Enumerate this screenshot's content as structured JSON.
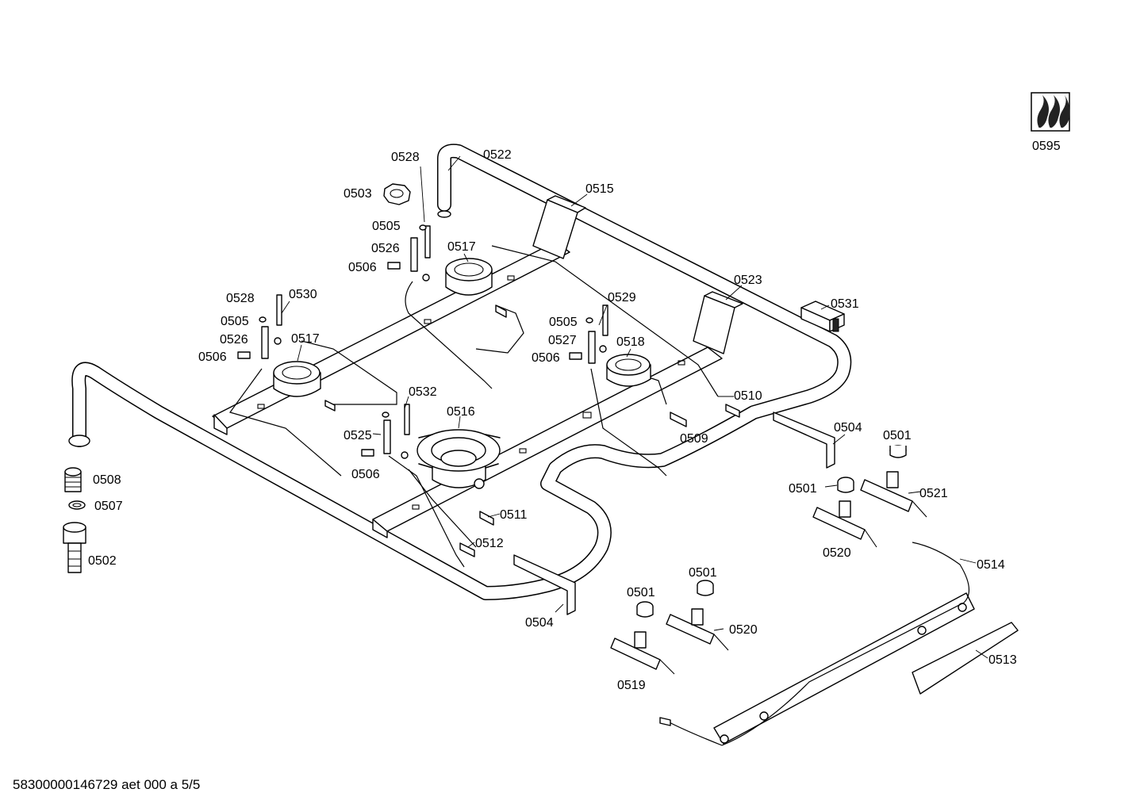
{
  "parts": {
    "p0595": "0595",
    "p0522": "0522",
    "p0528_top": "0528",
    "p0503": "0503",
    "p0515": "0515",
    "p0505_top": "0505",
    "p0526_top": "0526",
    "p0517_top": "0517",
    "p0506_top": "0506",
    "p0523": "0523",
    "p0531": "0531",
    "p0528_left": "0528",
    "p0530": "0530",
    "p0505_left": "0505",
    "p0526_left": "0526",
    "p0517_left": "0517",
    "p0506_left": "0506",
    "p0529": "0529",
    "p0505_right": "0505",
    "p0527": "0527",
    "p0518": "0518",
    "p0506_right": "0506",
    "p0510": "0510",
    "p0532": "0532",
    "p0516": "0516",
    "p0525": "0525",
    "p0506_mid": "0506",
    "p0509": "0509",
    "p0504_right": "0504",
    "p0501_a": "0501",
    "p0508": "0508",
    "p0507": "0507",
    "p0501_b": "0501",
    "p0521": "0521",
    "p0511": "0511",
    "p0512": "0512",
    "p0520_right": "0520",
    "p0502": "0502",
    "p0514": "0514",
    "p0501_c": "0501",
    "p0501_d": "0501",
    "p0504_left": "0504",
    "p0520_mid": "0520",
    "p0513": "0513",
    "p0519": "0519"
  },
  "footer": {
    "document_id": "58300000146729 aet 000 a 5/5"
  },
  "icons": {
    "gas_symbol": "gas-flame-symbol-icon"
  }
}
